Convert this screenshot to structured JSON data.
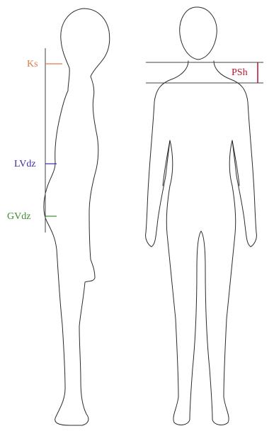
{
  "labels": {
    "ks": "Ks",
    "lvdz": "LVdz",
    "gvdz": "GVdz",
    "psh": "PSh"
  },
  "colors": {
    "ks": "#e07a4a",
    "lvdz": "#3a2aa8",
    "gvdz": "#3e8a2a",
    "psh": "#b3122a",
    "outline": "#2b2b2b",
    "guide": "#444444"
  }
}
